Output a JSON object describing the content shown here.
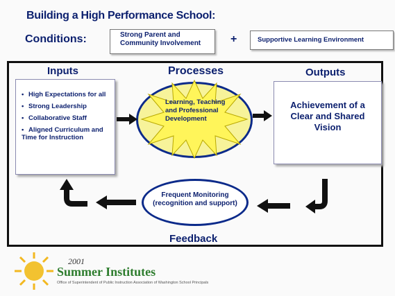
{
  "title": "Building a High Performance School:",
  "conditions": {
    "label": "Conditions:",
    "item1": "Strong Parent and Community Involvement",
    "plus": "+",
    "item2": "Supportive Learning Environment"
  },
  "inputs": {
    "heading": "Inputs",
    "items": [
      "High Expectations for all",
      "Strong Leadership",
      "Collaborative Staff",
      "Aligned Curriculum and Time for Instruction"
    ]
  },
  "processes": {
    "heading": "Processes",
    "text": "Learning, Teaching and Professional Development"
  },
  "outputs": {
    "heading": "Outputs",
    "text": "Achievement of a Clear and Shared Vision"
  },
  "monitoring": {
    "text": "Frequent Monitoring (recognition and support)"
  },
  "feedback": "Feedback",
  "footer": {
    "year": "2001",
    "name": "Summer Institutes",
    "sub": "Office of Superintendent of Public Instruction   Association of Washington School Principals"
  },
  "colors": {
    "text": "#0b1f6e",
    "ellipse_fill": "#f7f39a",
    "star_fill": "#fff55a",
    "footer_green": "#2e7d2e"
  },
  "icons": [
    "arrow-right-icon",
    "arrow-left-icon",
    "u-turn-arrow-icon",
    "sun-logo-icon"
  ]
}
